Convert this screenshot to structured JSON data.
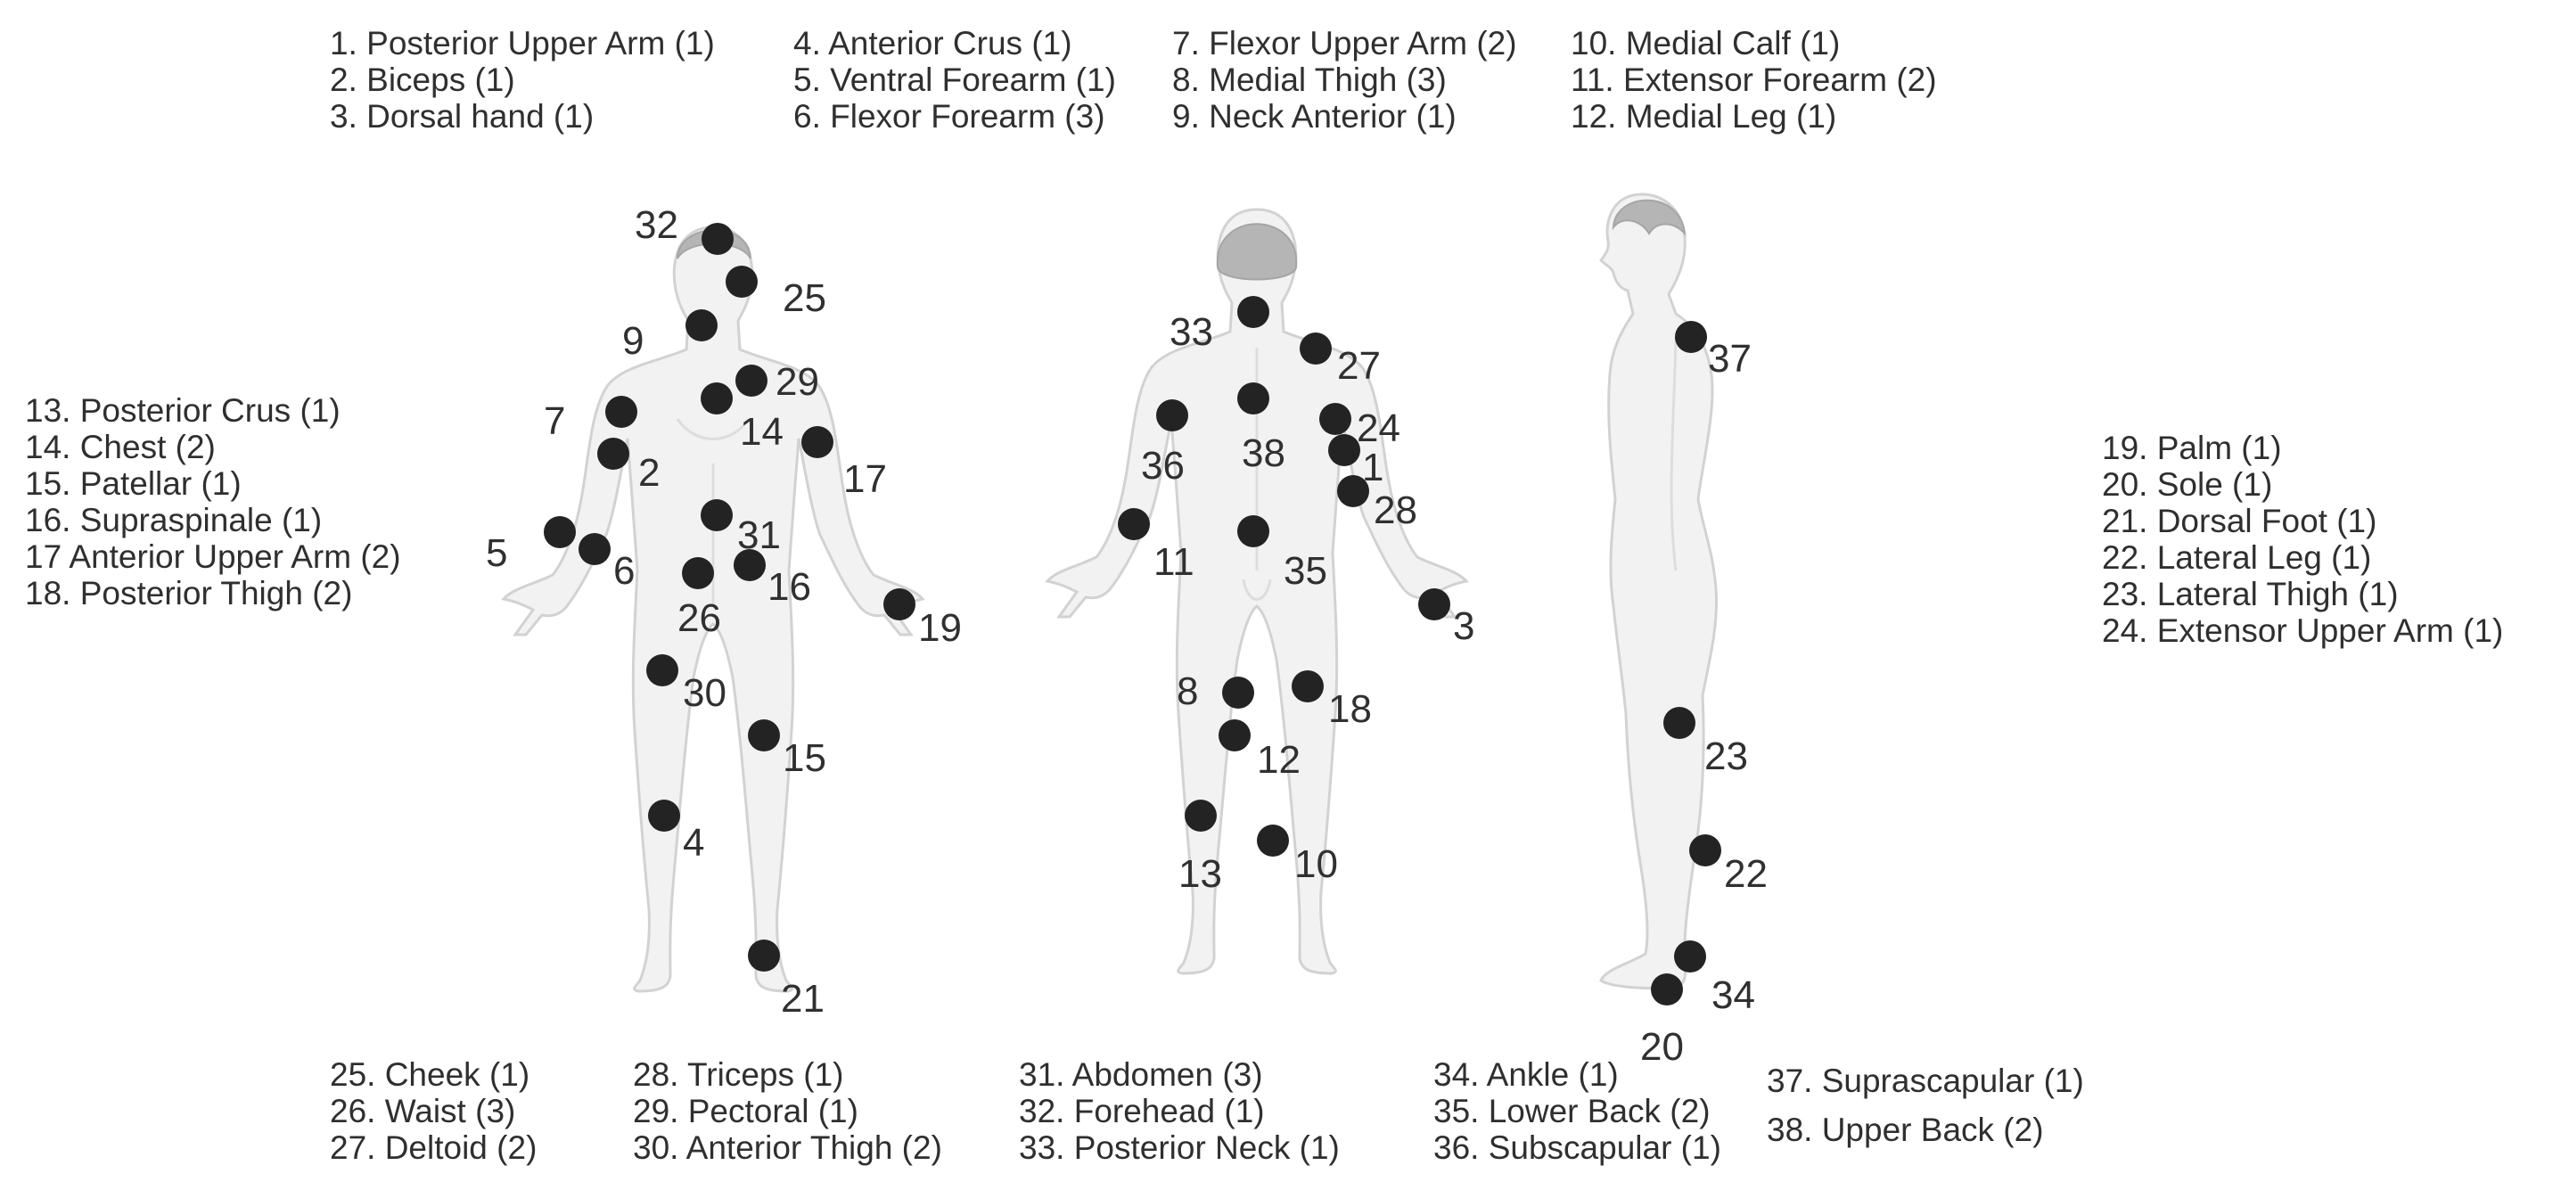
{
  "legend_groups": [
    [
      "1. Posterior Upper Arm (1)",
      "2. Biceps (1)",
      "3. Dorsal hand (1)"
    ],
    [
      "4. Anterior Crus (1)",
      "5. Ventral Forearm (1)",
      "6. Flexor Forearm (3)"
    ],
    [
      "7. Flexor Upper Arm (2)",
      "8. Medial Thigh (3)",
      "9. Neck Anterior (1)"
    ],
    [
      "10. Medial Calf (1)",
      "11. Extensor Forearm (2)",
      "12. Medial Leg (1)"
    ],
    [
      "13. Posterior Crus (1)",
      "14. Chest (2)",
      "15. Patellar (1)",
      "16. Supraspinale (1)",
      "17 Anterior Upper Arm (2)",
      "18. Posterior Thigh (2)"
    ],
    [
      "19. Palm (1)",
      "20. Sole (1)",
      "21. Dorsal Foot (1)",
      "22. Lateral Leg (1)",
      "23. Lateral Thigh (1)",
      "24. Extensor Upper Arm (1)"
    ],
    [
      "25. Cheek (1)",
      "26. Waist (3)",
      "27. Deltoid (2)"
    ],
    [
      "28. Triceps (1)",
      "29. Pectoral (1)",
      "30. Anterior Thigh (2)"
    ],
    [
      "31. Abdomen (3)",
      "32. Forehead (1)",
      "33. Posterior Neck (1)"
    ],
    [
      "34. Ankle (1)",
      "35. Lower Back (2)",
      "36. Subscapular (1)"
    ],
    [
      "37. Suprascapular (1)",
      "38. Upper Back (2)"
    ]
  ],
  "figures": {
    "front": {
      "markers": [
        {
          "num": "32"
        },
        {
          "num": "25"
        },
        {
          "num": "9"
        },
        {
          "num": "29"
        },
        {
          "num": "14"
        },
        {
          "num": "7"
        },
        {
          "num": "2"
        },
        {
          "num": "17"
        },
        {
          "num": "31"
        },
        {
          "num": "5"
        },
        {
          "num": "6"
        },
        {
          "num": "16"
        },
        {
          "num": "26"
        },
        {
          "num": "19"
        },
        {
          "num": "30"
        },
        {
          "num": "15"
        },
        {
          "num": "4"
        },
        {
          "num": "21"
        }
      ]
    },
    "back": {
      "markers": [
        {
          "num": "33"
        },
        {
          "num": "27"
        },
        {
          "num": "36"
        },
        {
          "num": "38"
        },
        {
          "num": "24"
        },
        {
          "num": "1"
        },
        {
          "num": "28"
        },
        {
          "num": "11"
        },
        {
          "num": "35"
        },
        {
          "num": "3"
        },
        {
          "num": "8"
        },
        {
          "num": "18"
        },
        {
          "num": "12"
        },
        {
          "num": "13"
        },
        {
          "num": "10"
        }
      ]
    },
    "side": {
      "markers": [
        {
          "num": "37"
        },
        {
          "num": "23"
        },
        {
          "num": "22"
        },
        {
          "num": "34"
        },
        {
          "num": "20"
        }
      ]
    }
  }
}
